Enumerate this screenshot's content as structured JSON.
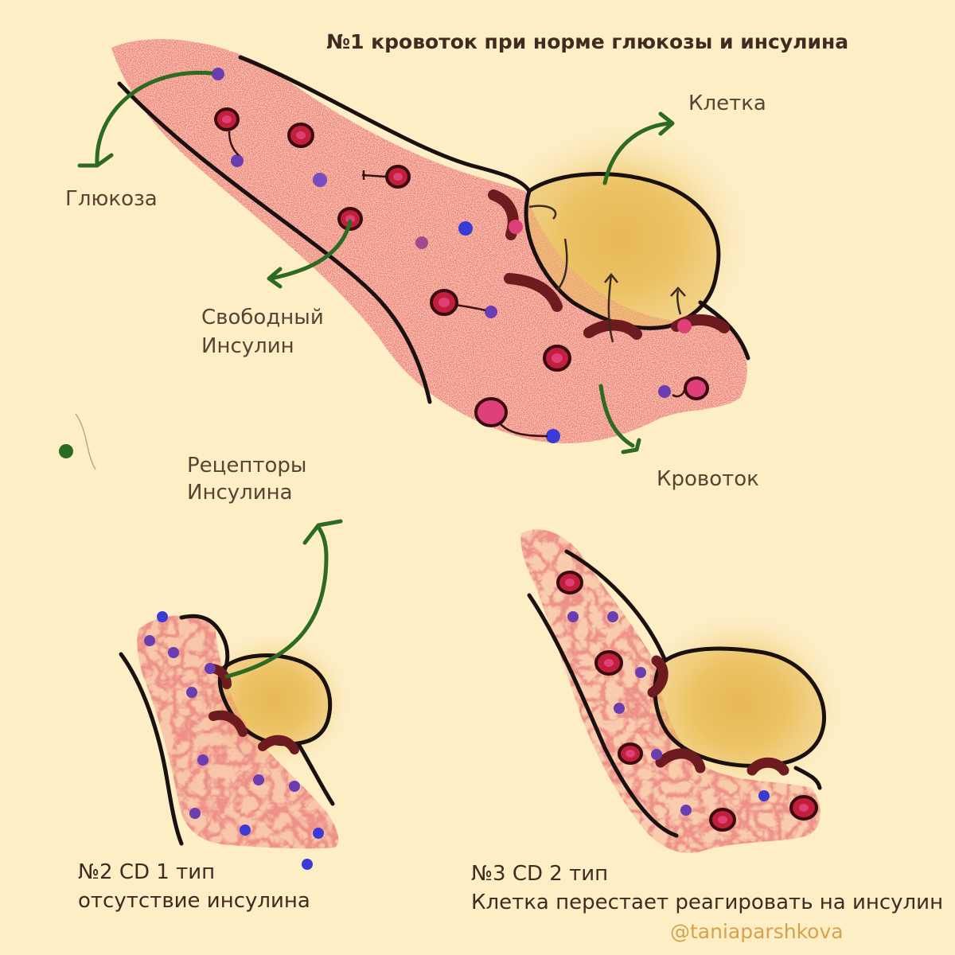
{
  "diagram1": {
    "title": "№1 кровоток при норме глюкозы и инсулина",
    "label_glucose": "Глюкоза",
    "label_free_insulin_1": "Свободный",
    "label_free_insulin_2": "Инсулин",
    "label_cell": "Клетка",
    "label_bloodstream": "Кровоток",
    "label_receptors_1": "Рецепторы",
    "label_receptors_2": "Инсулина"
  },
  "diagram2": {
    "caption_1": "№2 CD 1 тип",
    "caption_2": "отсутствие инсулина"
  },
  "diagram3": {
    "caption_1": "№3 CD 2 тип",
    "caption_2": "Клетка перестает реагировать на инсулин"
  },
  "watermark": "@taniaparshkova",
  "colors": {
    "background": "#fdeec6",
    "blood": "#ee7f72",
    "vessel_wall": "#1a1010",
    "arrow": "#2e6b22",
    "cell_fill": "#e9bd5c",
    "receptor": "#6e1b1f",
    "glucose": "#3a3ad6",
    "red_blood_cell": "#c21f3b"
  },
  "icons": [
    "red-blood-cell-icon",
    "glucose-dot-icon",
    "insulin-receptor-icon",
    "arrow-icon"
  ]
}
